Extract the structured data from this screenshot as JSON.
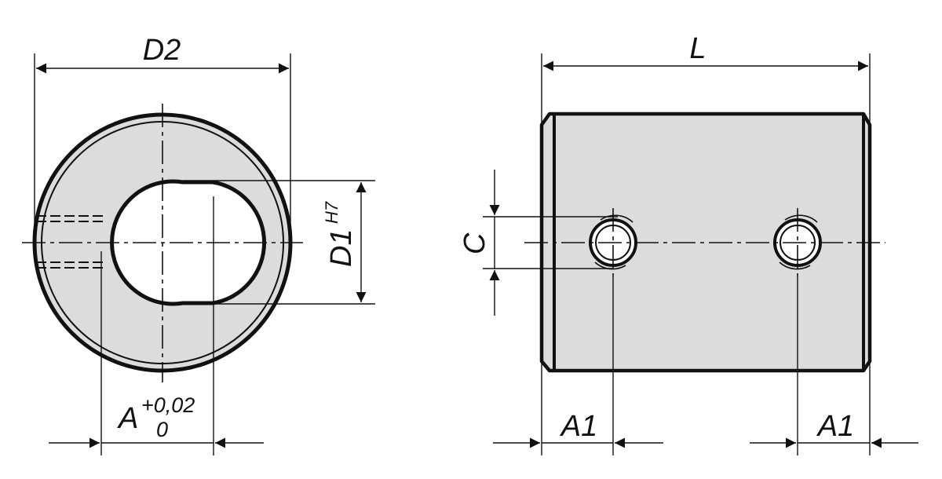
{
  "labels": {
    "d2": "D2",
    "d1": "D1",
    "d1_fit": "H7",
    "a": "A",
    "a_tol_upper": "+0,02",
    "a_tol_lower": "0",
    "l": "L",
    "c": "C",
    "a1": "A1"
  },
  "colors": {
    "line": "#111111",
    "fill": "#dcdcdc",
    "background": "#ffffff"
  }
}
